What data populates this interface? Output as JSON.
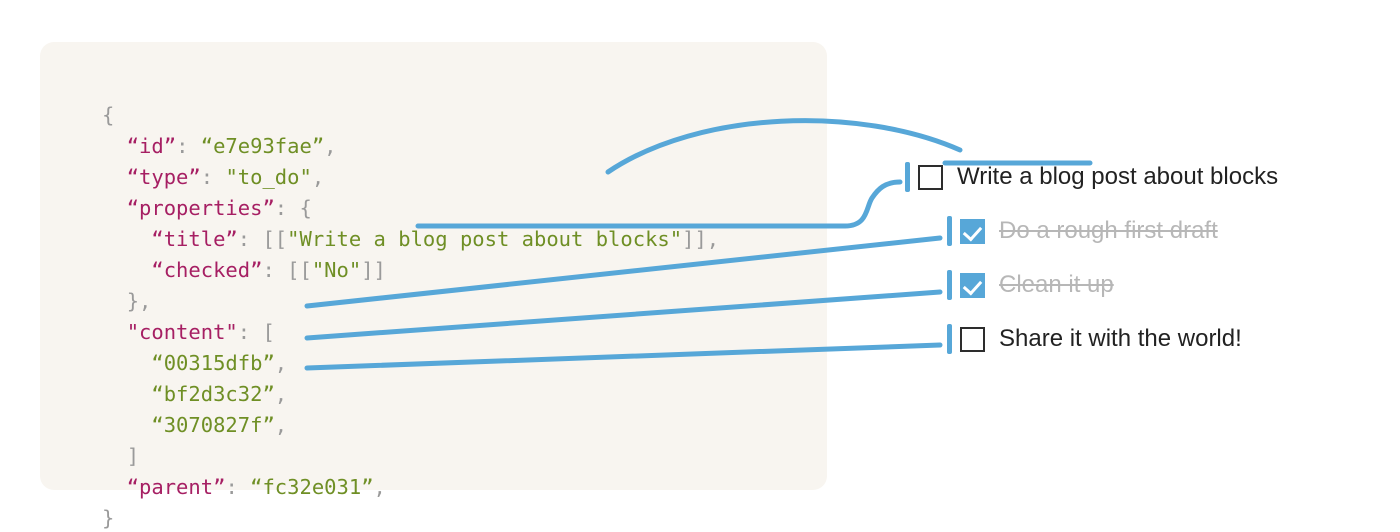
{
  "theme": {
    "page_background": "#ffffff",
    "card_background": "#f8f5f0",
    "connector_color": "#57a7d8",
    "json_key_color": "#a61f63",
    "json_string_color": "#6f8f25",
    "json_punct_color": "#9a9a9a",
    "checkbox_checked_fill": "#57a7d8",
    "checkbox_border": "#2d2d2d",
    "label_color": "#222222",
    "label_done_color": "#b7b7b7"
  },
  "code_block": {
    "language": "json",
    "lines": [
      {
        "indent": 0,
        "parts": [
          {
            "t": "punct",
            "v": "{"
          }
        ]
      },
      {
        "indent": 1,
        "parts": [
          {
            "t": "key",
            "v": "“id”"
          },
          {
            "t": "punct",
            "v": ": "
          },
          {
            "t": "str",
            "v": "“e7e93fae”"
          },
          {
            "t": "punct",
            "v": ","
          }
        ]
      },
      {
        "indent": 1,
        "parts": [
          {
            "t": "key",
            "v": "“type”"
          },
          {
            "t": "punct",
            "v": ": "
          },
          {
            "t": "str",
            "v": "\"to_do\""
          },
          {
            "t": "punct",
            "v": ","
          }
        ]
      },
      {
        "indent": 1,
        "parts": [
          {
            "t": "key",
            "v": "“properties”"
          },
          {
            "t": "punct",
            "v": ": {"
          }
        ]
      },
      {
        "indent": 2,
        "parts": [
          {
            "t": "key",
            "v": "“title”"
          },
          {
            "t": "punct",
            "v": ": [["
          },
          {
            "t": "str",
            "v": "\"Write a blog post about blocks\""
          },
          {
            "t": "punct",
            "v": "]],"
          }
        ]
      },
      {
        "indent": 2,
        "parts": [
          {
            "t": "key",
            "v": "“checked”"
          },
          {
            "t": "punct",
            "v": ": [["
          },
          {
            "t": "str",
            "v": "\"No\""
          },
          {
            "t": "punct",
            "v": "]]"
          }
        ]
      },
      {
        "indent": 1,
        "parts": [
          {
            "t": "punct",
            "v": "},"
          }
        ]
      },
      {
        "indent": 1,
        "parts": [
          {
            "t": "key",
            "v": "\"content\""
          },
          {
            "t": "punct",
            "v": ": ["
          }
        ]
      },
      {
        "indent": 2,
        "parts": [
          {
            "t": "str",
            "v": "“00315dfb”"
          },
          {
            "t": "punct",
            "v": ","
          }
        ]
      },
      {
        "indent": 2,
        "parts": [
          {
            "t": "str",
            "v": "“bf2d3c32”"
          },
          {
            "t": "punct",
            "v": ","
          }
        ]
      },
      {
        "indent": 2,
        "parts": [
          {
            "t": "str",
            "v": "“3070827f”"
          },
          {
            "t": "punct",
            "v": ","
          }
        ]
      },
      {
        "indent": 1,
        "parts": [
          {
            "t": "punct",
            "v": "]"
          }
        ]
      },
      {
        "indent": 1,
        "parts": [
          {
            "t": "key",
            "v": "“parent”"
          },
          {
            "t": "punct",
            "v": ": "
          },
          {
            "t": "str",
            "v": "“fc32e031”"
          },
          {
            "t": "punct",
            "v": ","
          }
        ]
      },
      {
        "indent": 0,
        "parts": [
          {
            "t": "punct",
            "v": "}"
          }
        ]
      }
    ],
    "raw_text": "{\n  “id”: “e7e93fae”,\n  “type”: \"to_do\",\n  “properties”: {\n    “title”: [[\"Write a blog post about blocks\"]],\n    “checked”: [[\"No\"]]\n  },\n  \"content\": [\n    “00315dfb”,\n    “bf2d3c32”,\n    “3070827f”,\n  ]\n  “parent”: “fc32e031”,\n}"
  },
  "checklist": {
    "items": [
      {
        "label": "Write a blog post about blocks",
        "checked": false,
        "strikethrough": false,
        "checkbox_icon": "checkbox-empty-icon"
      },
      {
        "label": "Do a rough first draft",
        "checked": true,
        "strikethrough": true,
        "checkbox_icon": "checkbox-checked-icon"
      },
      {
        "label": "Clean it up",
        "checked": true,
        "strikethrough": true,
        "checkbox_icon": "checkbox-checked-icon"
      },
      {
        "label": "Share it with the world!",
        "checked": false,
        "strikethrough": false,
        "checkbox_icon": "checkbox-empty-icon"
      }
    ]
  },
  "connectors": [
    {
      "id": "title-to-item0",
      "from": "json-title-value",
      "to": "todo-item-0-label",
      "style": "arc"
    },
    {
      "id": "checked-to-item0",
      "from": "json-checked-value",
      "to": "todo-item-0-checkbox",
      "style": "s-curve"
    },
    {
      "id": "content0-to-item1",
      "from": "json-content-0",
      "to": "todo-item-1",
      "style": "straight"
    },
    {
      "id": "content1-to-item2",
      "from": "json-content-1",
      "to": "todo-item-2",
      "style": "straight"
    },
    {
      "id": "content2-to-item3",
      "from": "json-content-2",
      "to": "todo-item-3",
      "style": "straight"
    }
  ]
}
